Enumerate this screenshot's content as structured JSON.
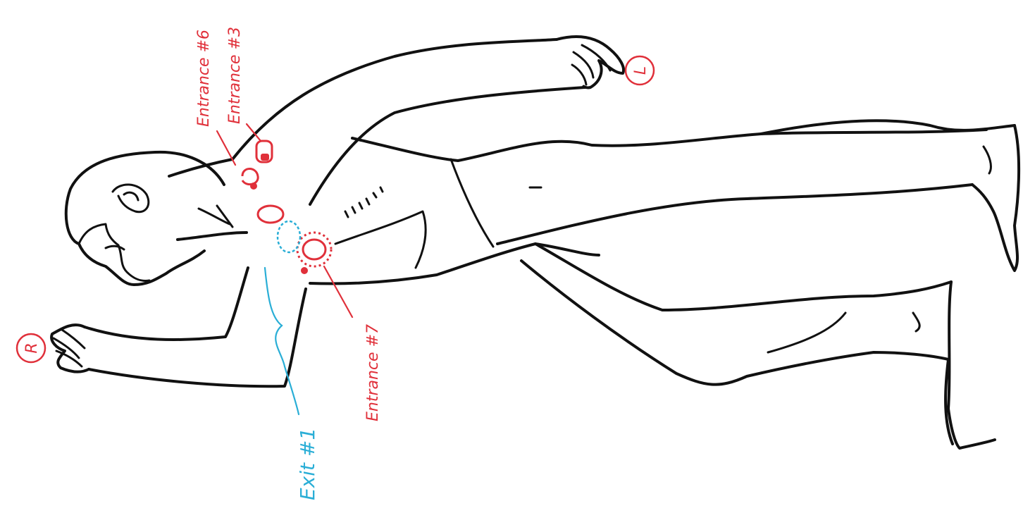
{
  "colors": {
    "outline": "#111111",
    "entrance": "#e0303a",
    "exit": "#2aaed6",
    "background": "#ffffff"
  },
  "labels": {
    "entrance_6": "Entrance #6",
    "entrance_3": "Entrance #3",
    "entrance_7": "Entrance #7",
    "exit_1": "Exit #1",
    "right_marker": "R",
    "left_marker": "L"
  }
}
